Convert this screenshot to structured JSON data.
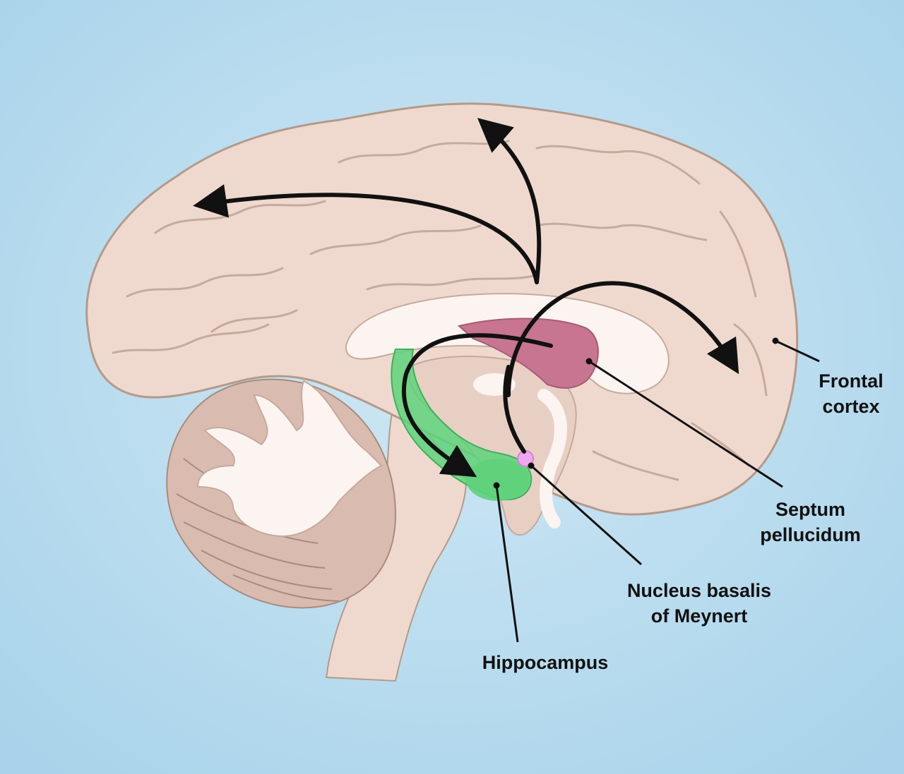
{
  "colors": {
    "background": "#b9dcef",
    "brain": "#efd9cf",
    "brain_outline": "#b49a8a",
    "inner": "#fcf4f0",
    "gyrus_line": "#c6aa9b",
    "septum": "#c77590",
    "hippocampus": "#5ed27a",
    "nucleus": "#f1a7f0",
    "arrow": "#111111"
  },
  "icons": {
    "arrowhead": "arrowhead-icon"
  },
  "labels": {
    "frontal_cortex": [
      "Frontal",
      "cortex"
    ],
    "septum_pellucidum": [
      "Septum",
      "pellucidum"
    ],
    "nucleus_basalis": [
      "Nucleus basalis",
      "of Meynert"
    ],
    "hippocampus": [
      "Hippocampus"
    ]
  }
}
